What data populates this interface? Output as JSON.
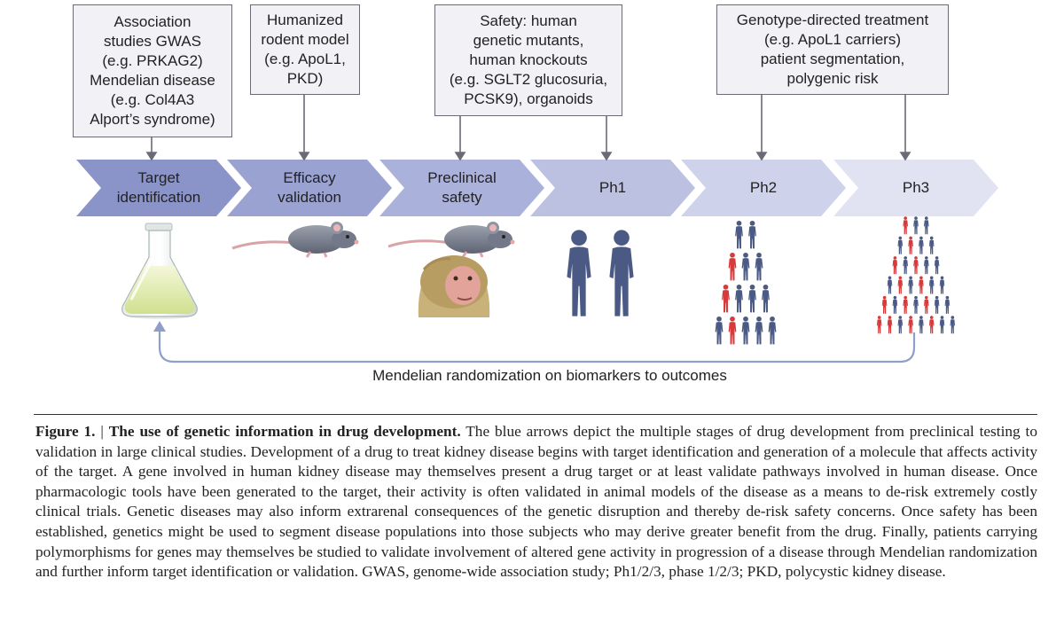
{
  "top_boxes": [
    {
      "lines": [
        "Association",
        "studies GWAS",
        "(e.g. PRKAG2)",
        "Mendelian disease",
        "(e.g. Col4A3",
        "Alport’s syndrome)"
      ]
    },
    {
      "lines": [
        "Humanized",
        "rodent model",
        "(e.g. ApoL1,",
        "PKD)"
      ]
    },
    {
      "lines": [
        "Safety: human",
        "genetic mutants,",
        "human knockouts",
        "(e.g. SGLT2 glucosuria,",
        "PCSK9), organoids"
      ]
    },
    {
      "lines": [
        "Genotype-directed treatment",
        "(e.g. ApoL1 carriers)",
        "patient segmentation,",
        "polygenic risk"
      ]
    }
  ],
  "stages": [
    {
      "lines": [
        "Target",
        "identification"
      ],
      "color": "#8b94c9"
    },
    {
      "lines": [
        "Efficacy",
        "validation"
      ],
      "color": "#9aa2d2"
    },
    {
      "lines": [
        "Preclinical",
        "safety"
      ],
      "color": "#aab1da"
    },
    {
      "lines": [
        "Ph1"
      ],
      "color": "#bcc1e2"
    },
    {
      "lines": [
        "Ph2"
      ],
      "color": "#ced2ea"
    },
    {
      "lines": [
        "Ph3"
      ],
      "color": "#e1e3f2"
    }
  ],
  "loop_label": "Mendelian randomization on biomarkers to outcomes",
  "caption": {
    "figure_label": "Figure 1.",
    "separator": " | ",
    "title": "The use of genetic information in drug development.",
    "body": " The blue arrows depict the multiple stages of drug development from preclinical testing to validation in large clinical studies. Development of a drug to treat kidney disease begins with target identification and generation of a molecule that affects activity of the target. A gene involved in human kidney disease may themselves present a drug target or at least validate pathways involved in human disease. Once pharmacologic tools have been generated to the target, their activity is often validated in animal models of the disease as a means to de-risk extremely costly clinical trials. Genetic diseases may also inform extrarenal consequences of the genetic disruption and thereby de-risk safety concerns. Once safety has been established, genetics might be used to segment disease populations into those subjects who may derive greater benefit from the drug. Finally, patients carrying polymorphisms for genes may themselves be studied to validate involvement of altered gene activity in progression of a disease through Mendelian randomization and further inform target identification or validation. GWAS, genome-wide association study; Ph1/2/3, phase 1/2/3; PKD, polycystic kidney disease."
  },
  "colors": {
    "person_blue": "#4a5a85",
    "person_red": "#d63a3a",
    "arrow_gray": "#6b6b78",
    "loop_blue": "#8f9fc9"
  },
  "icons": [
    "flask-icon",
    "mouse-icon",
    "monkey-icon",
    "person-icon"
  ]
}
